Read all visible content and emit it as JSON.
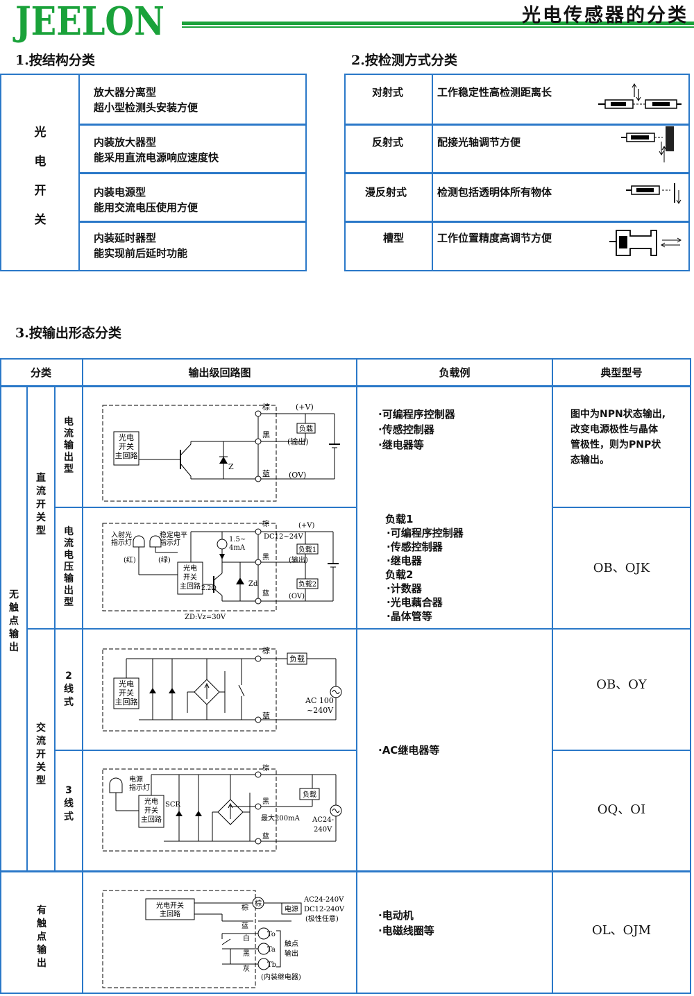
{
  "header": {
    "logo": "JEELON",
    "title": "光电传感器的分类"
  },
  "section1": {
    "title": "1.按结构分类",
    "side_label": [
      "光",
      "电",
      "开",
      "关"
    ],
    "rows": [
      {
        "line1": "放大器分离型",
        "line2": "超小型检测头安装方便"
      },
      {
        "line1": "内装放大器型",
        "line2": "能采用直流电源响应速度快"
      },
      {
        "line1": "内装电源型",
        "line2": "能用交流电压使用方便"
      },
      {
        "line1": "内装延时器型",
        "line2": "能实现前后延时功能"
      }
    ]
  },
  "section2": {
    "title": "2.按检测方式分类",
    "rows": [
      {
        "type": "对射式",
        "desc": "工作稳定性高检测距离长"
      },
      {
        "type": "反射式",
        "desc": "配接光轴调节方便"
      },
      {
        "type": "漫反射式",
        "desc": "检测包括透明体所有物体"
      },
      {
        "type": "槽型",
        "desc": "工作位置精度高调节方便"
      }
    ]
  },
  "section3": {
    "title": "3.按输出形态分类",
    "headers": [
      "分类",
      "输出级回路图",
      "负载例",
      "典型型号"
    ],
    "group_noncontact": [
      "无",
      "触",
      "点",
      "输",
      "出"
    ],
    "group_dc": [
      "直",
      "流",
      "开",
      "关",
      "型"
    ],
    "group_ac": [
      "交",
      "流",
      "开",
      "关",
      "型"
    ],
    "group_contact": [
      "有",
      "触",
      "点",
      "输",
      "出"
    ],
    "sub_current": [
      "电",
      "流",
      "输",
      "出",
      "型"
    ],
    "sub_voltage": [
      "电",
      "流",
      "电",
      "压",
      "输",
      "出",
      "型"
    ],
    "sub_2wire": [
      "2",
      "线",
      "式"
    ],
    "sub_3wire": [
      "3",
      "线",
      "式"
    ],
    "loads": {
      "row1": [
        "·可编程序控制器",
        "·传感控制器",
        "·继电器等"
      ],
      "row2": [
        "负载1",
        "·可编程序控制器",
        "·传感控制器",
        "·继电器",
        "负载2",
        "·计数器",
        "·光电藕合器",
        "·晶体管等"
      ],
      "ac": "·AC继电器等",
      "relay": [
        "·电动机",
        "·电磁线圈等"
      ]
    },
    "models": {
      "row1_note": [
        "图中为NPN状态输出,",
        "改变电源极性与晶体",
        "管极性，则为PNP状",
        "态输出。"
      ],
      "dc": "OB、OJK",
      "ac2": "OB、OY",
      "ac3": "OQ、OI",
      "relay": "OL、OJM"
    },
    "circuit": {
      "main": [
        "光电",
        "开关",
        "主回路"
      ],
      "brown": "棕",
      "black": "黑",
      "blue": "蓝",
      "white": "白",
      "gray": "灰",
      "plusv": "(+V)",
      "zerov": "(OV)",
      "output": "(输出)",
      "load": "负载",
      "load1": "负载1",
      "load2": "负载2",
      "z": "Z",
      "zd": "Zd",
      "ohm": "2.2Ω",
      "current": [
        "1.5~",
        "4mA"
      ],
      "dc_supply": "DC12~24V",
      "zd_note": "ZD:Vz=30V",
      "in_led": [
        "入射光",
        "指示灯"
      ],
      "stable_led": [
        "稳定电平",
        "指示灯"
      ],
      "red": "(红)",
      "green": "(绿)",
      "ac100": [
        "AC 100",
        "~240V"
      ],
      "ac24": [
        "AC24-",
        "240V"
      ],
      "power_led": [
        "电源",
        "指示灯"
      ],
      "scr": "SCR",
      "max": "最大200mA",
      "relay_main": [
        "光电开关",
        "主回路"
      ],
      "power": "电源",
      "relay_supply": [
        "AC24-240V",
        "DC12-240V",
        "(极性任意)"
      ],
      "to": "To",
      "ta": "Ta",
      "tb": "Tb",
      "contact": [
        "触点",
        "输出"
      ],
      "builtin": "(内装继电器)"
    }
  },
  "colors": {
    "accent_green": "#1aa23a",
    "table_blue": "#2a78c8"
  }
}
